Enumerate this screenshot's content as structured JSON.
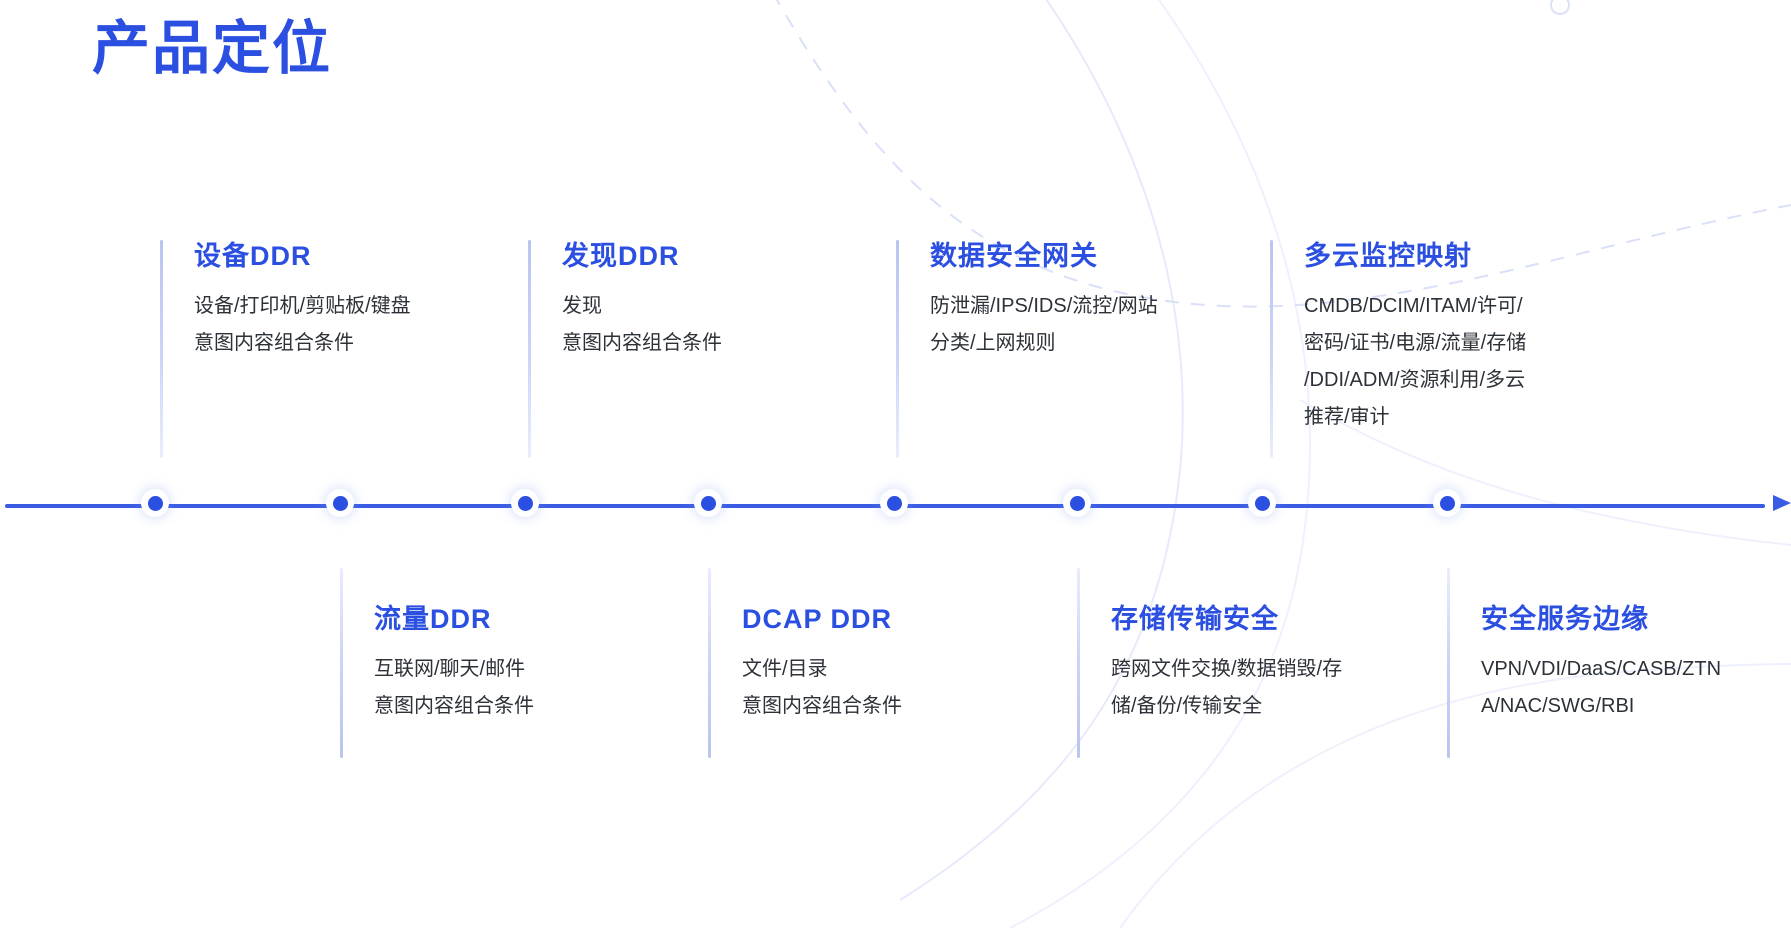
{
  "page": {
    "title": "产品定位",
    "accent_color": "#2b4fe0",
    "line_color": "#3a5ce4",
    "rule_color": "#c3cbf4",
    "body_text_color": "#2d3138",
    "background_color": "#ffffff"
  },
  "timeline": {
    "dot_count": 8,
    "arrow": "right-arrow",
    "dots_x": [
      155,
      340,
      525,
      708,
      894,
      1077,
      1262,
      1447
    ]
  },
  "cards_above": [
    {
      "title": "设备DDR",
      "lines": [
        "设备/打印机/剪贴板/键盘",
        "意图内容组合条件"
      ]
    },
    {
      "title": "发现DDR",
      "lines": [
        "发现",
        "意图内容组合条件"
      ]
    },
    {
      "title": "数据安全网关",
      "lines": [
        "防泄漏/IPS/IDS/流控/网站",
        "分类/上网规则"
      ]
    },
    {
      "title": "多云监控映射",
      "lines": [
        "CMDB/DCIM/ITAM/许可/",
        "密码/证书/电源/流量/存储",
        "/DDI/ADM/资源利用/多云",
        "推荐/审计"
      ]
    }
  ],
  "cards_below": [
    {
      "title": "流量DDR",
      "lines": [
        "互联网/聊天/邮件",
        "意图内容组合条件"
      ]
    },
    {
      "title": "DCAP DDR",
      "lines": [
        "文件/目录",
        "意图内容组合条件"
      ]
    },
    {
      "title": "存储传输安全",
      "lines": [
        "跨网文件交换/数据销毁/存",
        "储/备份/传输安全"
      ]
    },
    {
      "title": "安全服务边缘",
      "lines": [
        "VPN/VDI/DaaS/CASB/ZTN",
        "A/NAC/SWG/RBI"
      ]
    }
  ]
}
